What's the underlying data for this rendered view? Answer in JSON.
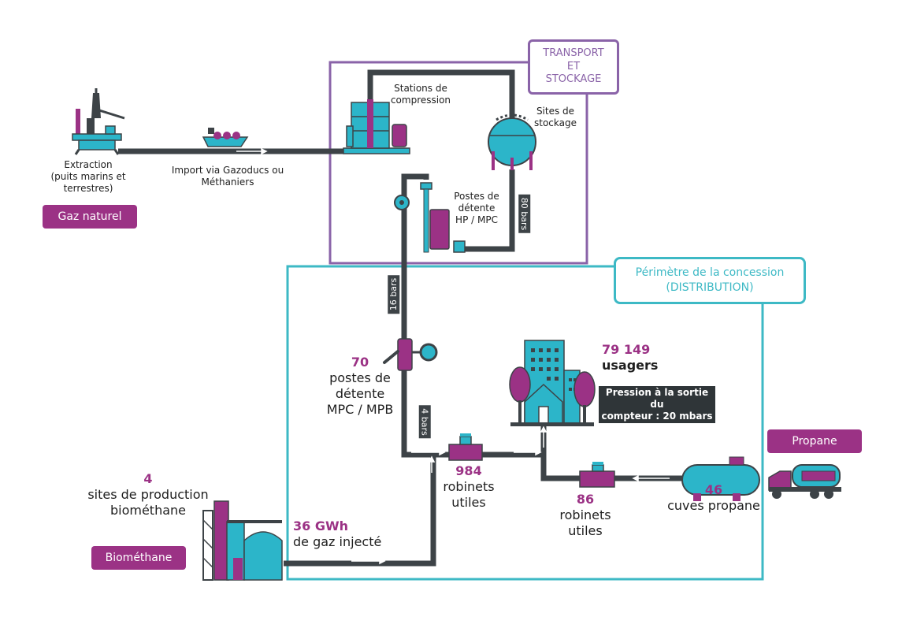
{
  "colors": {
    "pipe": "#3d4347",
    "teal": "#2cb5c9",
    "purple": "#9b3285",
    "transport_frame": "#8a63a8",
    "distribution_frame": "#3db9c5"
  },
  "transport_box": {
    "title_line1": "TRANSPORT",
    "title_line2": "ET",
    "title_line3": "STOCKAGE"
  },
  "distribution_box": {
    "title_line1": "Périmètre de la concession",
    "title_line2": "(DISTRIBUTION)"
  },
  "extraction": {
    "line1": "Extraction",
    "line2": "(puits marins et",
    "line3": "terrestres)",
    "badge": "Gaz naturel"
  },
  "import": {
    "line1": "Import via Gazoducs ou",
    "line2": "Méthaniers"
  },
  "compression": {
    "line1": "Stations de",
    "line2": "compression"
  },
  "storage": {
    "line1": "Sites de",
    "line2": "stockage"
  },
  "hp_postes": {
    "line1": "Postes de",
    "line2": "détente",
    "line3": "HP / MPC"
  },
  "pressures": {
    "p80": "80 bars",
    "p16": "16 bars",
    "p4": "4 bars"
  },
  "mpc_postes": {
    "value": "70",
    "line1": "postes de",
    "line2": "détente",
    "line3": "MPC / MPB"
  },
  "usagers": {
    "value": "79 149",
    "label": "usagers",
    "pressure_line1": "Pression à la sortie du",
    "pressure_line2": "compteur : 20 mbars"
  },
  "robinets_main": {
    "value": "984",
    "line1": "robinets",
    "line2": "utiles"
  },
  "robinets_propane": {
    "value": "86",
    "line1": "robinets",
    "line2": "utiles"
  },
  "propane": {
    "badge": "Propane",
    "value": "46",
    "label": "cuves propane"
  },
  "biomethane": {
    "value": "4",
    "line1": "sites de production",
    "line2": "biométhane",
    "badge": "Biométhane",
    "injected_value": "36 GWh",
    "injected_label": "de gaz injecté"
  }
}
